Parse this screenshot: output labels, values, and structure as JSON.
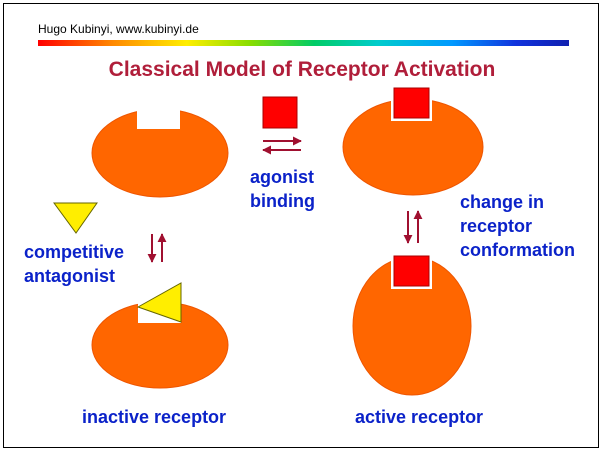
{
  "header": {
    "author": "Hugo Kubinyi, www.kubinyi.de",
    "title": "Classical Model of Receptor Activation"
  },
  "labels": {
    "agonist_binding": [
      "agonist",
      "binding"
    ],
    "conformation_change": [
      "change in",
      "receptor",
      "conformation"
    ],
    "competitive_antagonist": [
      "competitive",
      "antagonist"
    ],
    "inactive_receptor": "inactive receptor",
    "active_receptor": "active receptor"
  },
  "colors": {
    "receptor": "#ff6600",
    "agonist": "#ff0000",
    "antagonist": "#ffee00",
    "arrow": "#a01030",
    "label": "#0b22c9",
    "title": "#b01e3a"
  }
}
